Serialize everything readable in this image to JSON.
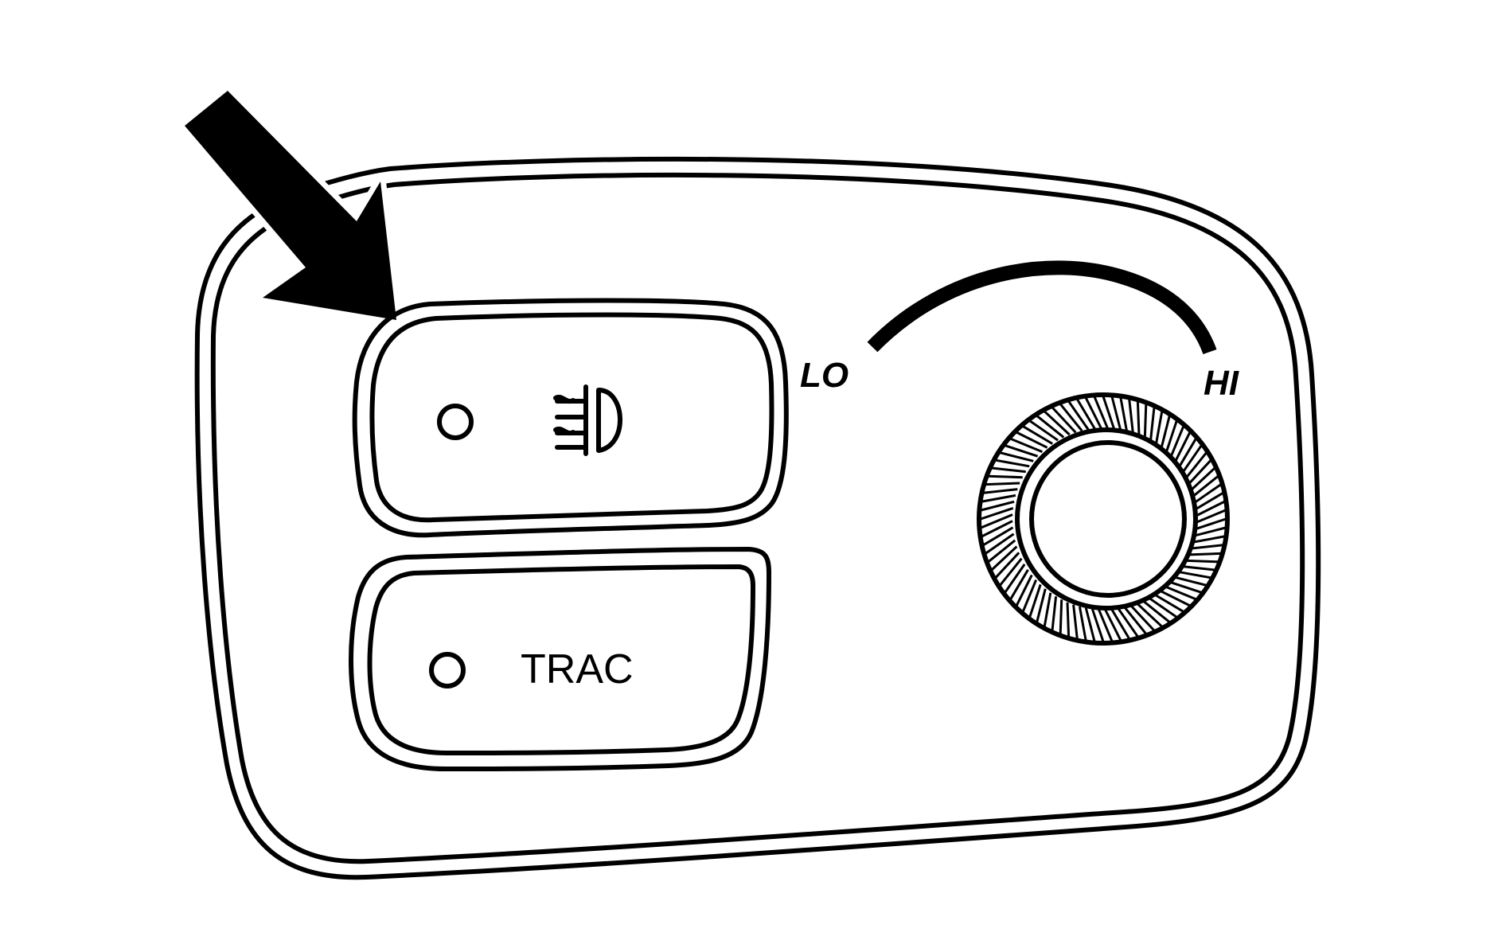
{
  "labels": {
    "lo": "LO",
    "hi": "HI",
    "traction_button": "TRAC"
  },
  "icons": {
    "fog_lamp_button": "fog-lamp-icon",
    "pointer": "arrow-icon",
    "indicator": "indicator-light-icon",
    "dimmer": "dimmer-knob-icon"
  },
  "colors": {
    "ink": "#000000",
    "background": "#ffffff"
  }
}
